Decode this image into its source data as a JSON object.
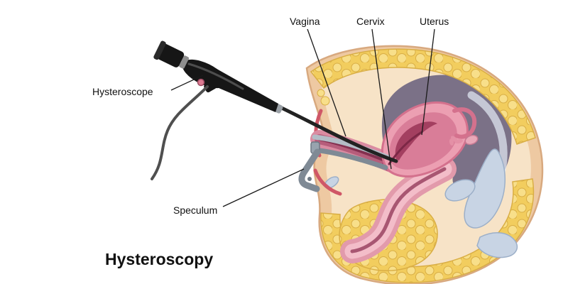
{
  "title": "Hysteroscopy",
  "labels": {
    "hysteroscope": "Hysteroscope",
    "vagina": "Vagina",
    "cervix": "Cervix",
    "uterus": "Uterus",
    "speculum": "Speculum"
  },
  "colors": {
    "background": "#ffffff",
    "skin": "#eec9a2",
    "skin-edge": "#d8a97f",
    "tissue": "#f7e3c7",
    "fat": "#f2cd5e",
    "fat-bubble": "#f8df8a",
    "fat-edge": "#d9ae45",
    "cavity": "#7b7187",
    "bone": "#c8d4e4",
    "bone-edge": "#9cafc8",
    "rectum": "#e29aab",
    "rectum-inner": "#f3bdc9",
    "uterus-outer": "#ec9fb2",
    "uterus-mid": "#d97d98",
    "uterus-cavity": "#a33f60",
    "speculum": "#7f8a95",
    "scope": "#161616",
    "cable": "#4f4f4f",
    "leader": "#1a1a1a"
  }
}
